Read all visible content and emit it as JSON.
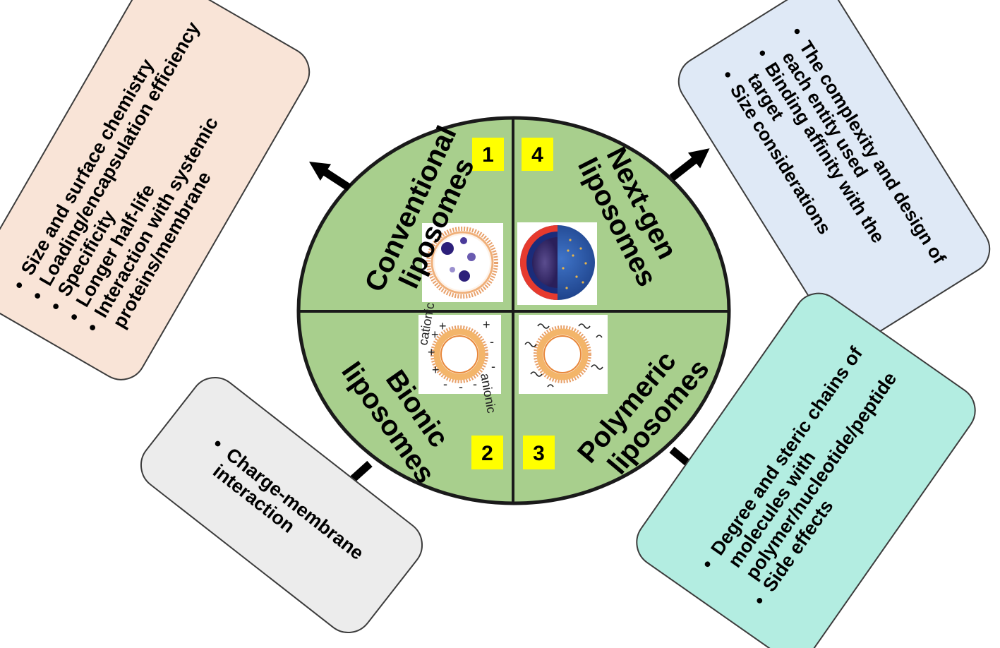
{
  "center": {
    "colors": {
      "fill": "#a8cf8d",
      "stroke": "#1a1a1a",
      "badge": "#ffff00"
    },
    "quadrants": [
      {
        "number": "1",
        "line1": "Conventional",
        "line2": "liposomes"
      },
      {
        "number": "2",
        "line1": "Bionic",
        "line2": "liposomes",
        "charge_top": "cationic",
        "charge_bottom": "anionic"
      },
      {
        "number": "3",
        "line1": "Polymeric",
        "line2": "liposomes"
      },
      {
        "number": "4",
        "line1": "Next-gen",
        "line2": "liposomes"
      }
    ]
  },
  "boxes": {
    "conventional": {
      "color": "#f9e4d7",
      "items": [
        {
          "text": "Size and surface chemistry",
          "bullet": true
        },
        {
          "text": "Loading/encapsulation efficiency",
          "bullet": true
        },
        {
          "text": "Specificity",
          "bullet": true
        },
        {
          "text": "Longer half-life",
          "bullet": true
        },
        {
          "text": "Interaction with systemic",
          "bullet": true
        },
        {
          "text": "proteins/membrane",
          "bullet": false
        }
      ]
    },
    "nextgen": {
      "color": "#dfe9f6",
      "items": [
        {
          "text": "The complexity and design of",
          "bullet": true
        },
        {
          "text": "each entity used",
          "bullet": false
        },
        {
          "text": "Binding affinity with the",
          "bullet": true
        },
        {
          "text": "target",
          "bullet": false
        },
        {
          "text": "Size considerations",
          "bullet": true
        }
      ]
    },
    "bionic": {
      "color": "#ececec",
      "items": [
        {
          "text": "Charge-membrane",
          "bullet": true
        },
        {
          "text": "interaction",
          "bullet": false
        }
      ]
    },
    "polymeric": {
      "color": "#b3ede1",
      "items": [
        {
          "text": "Degree and steric chains of",
          "bullet": true
        },
        {
          "text": "molecules with",
          "bullet": false
        },
        {
          "text": "polymer/nucleotide/peptide",
          "bullet": false
        },
        {
          "text": "Side effects",
          "bullet": true
        }
      ]
    }
  }
}
